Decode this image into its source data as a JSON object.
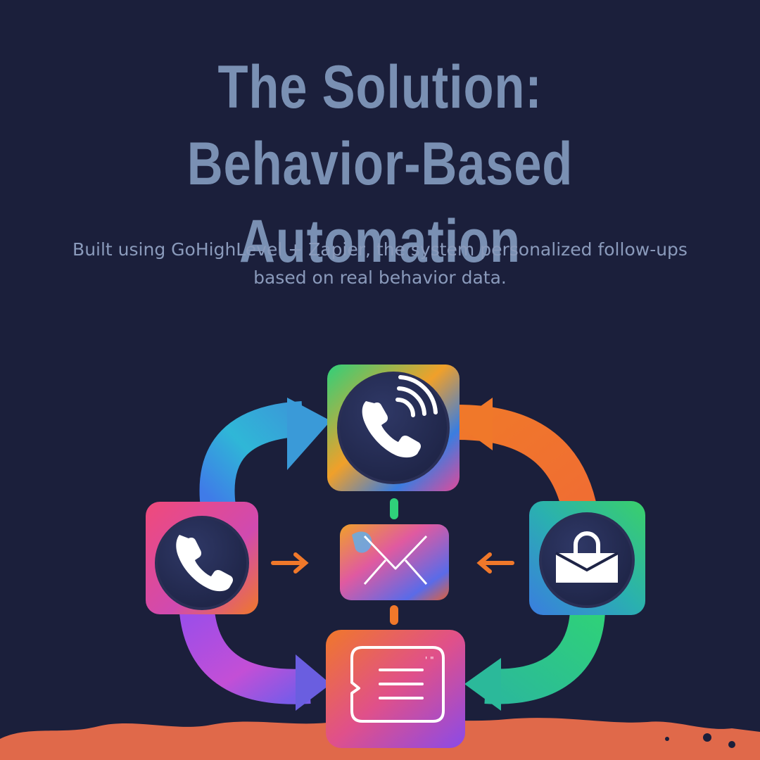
{
  "header": {
    "title_line1": "The Solution:",
    "title_line2": "Behavior-Based Automation",
    "subtitle": "Built using GoHighLevel + Zapier, the system personalized follow-ups based on real behavior data."
  },
  "diagram": {
    "nodes": [
      {
        "id": "top",
        "icon": "phone-ringing-icon"
      },
      {
        "id": "left",
        "icon": "phone-icon"
      },
      {
        "id": "center",
        "icon": "envelope-icon"
      },
      {
        "id": "right",
        "icon": "locked-envelope-icon"
      },
      {
        "id": "bottom",
        "icon": "message-lines-icon"
      }
    ]
  },
  "colors": {
    "background": "#1b1f3b",
    "title": "#7a90b3",
    "subtitle": "#8a9abb",
    "accent_orange": "#f07a2a",
    "ground": "#e0694a"
  }
}
